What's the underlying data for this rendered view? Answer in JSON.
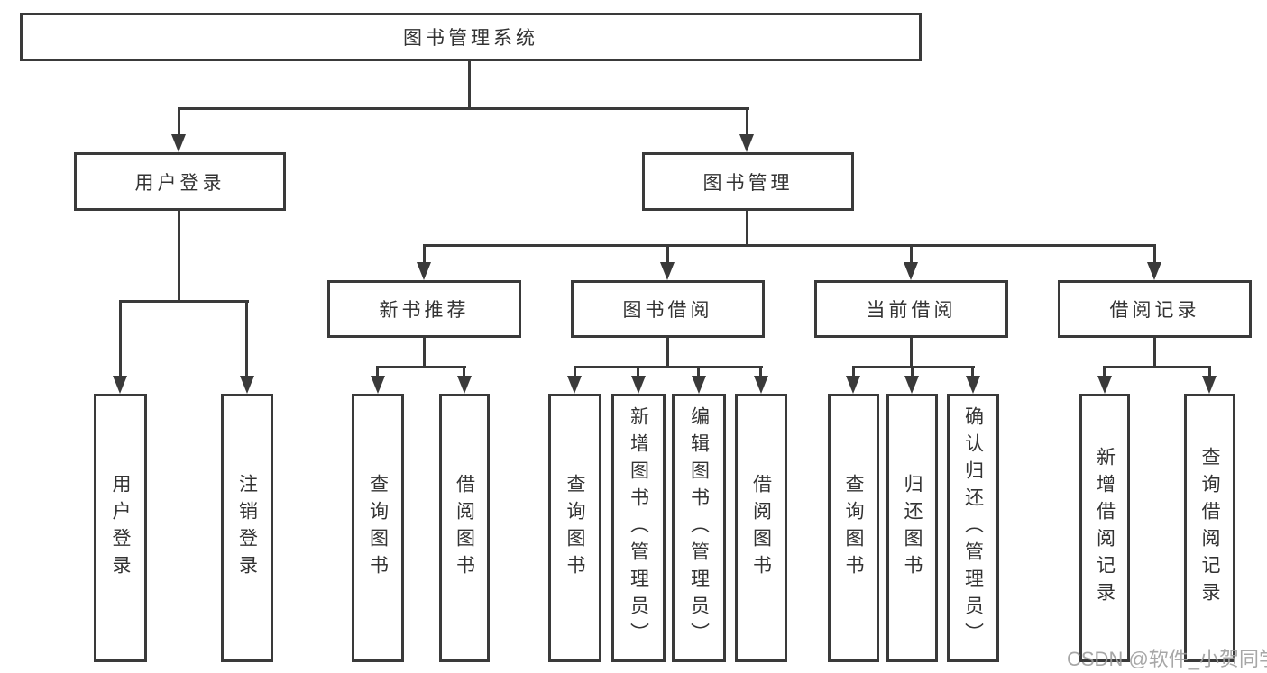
{
  "colors": {
    "line": "#3a3a3a",
    "text": "#333333",
    "watermark": "#9e9e9e",
    "background": "#ffffff"
  },
  "diagram": {
    "title": "图书管理系统",
    "nodes": {
      "user_login": "用户登录",
      "book_mgmt": "图书管理",
      "new_books": "新书推荐",
      "book_borrow": "图书借阅",
      "current_borrow": "当前借阅",
      "borrow_records": "借阅记录"
    },
    "leaves": {
      "user_login": [
        "用户登录",
        "注销登录"
      ],
      "new_books": [
        "查询图书",
        "借阅图书"
      ],
      "book_borrow": [
        "查询图书",
        "新增图书（管理员）",
        "编辑图书（管理员）",
        "借阅图书"
      ],
      "current_borrow": [
        "查询图书",
        "归还图书",
        "确认归还（管理员）"
      ],
      "borrow_records": [
        "新增借阅记录",
        "查询借阅记录"
      ]
    }
  },
  "watermark": "CSDN @软件_小贺同学"
}
